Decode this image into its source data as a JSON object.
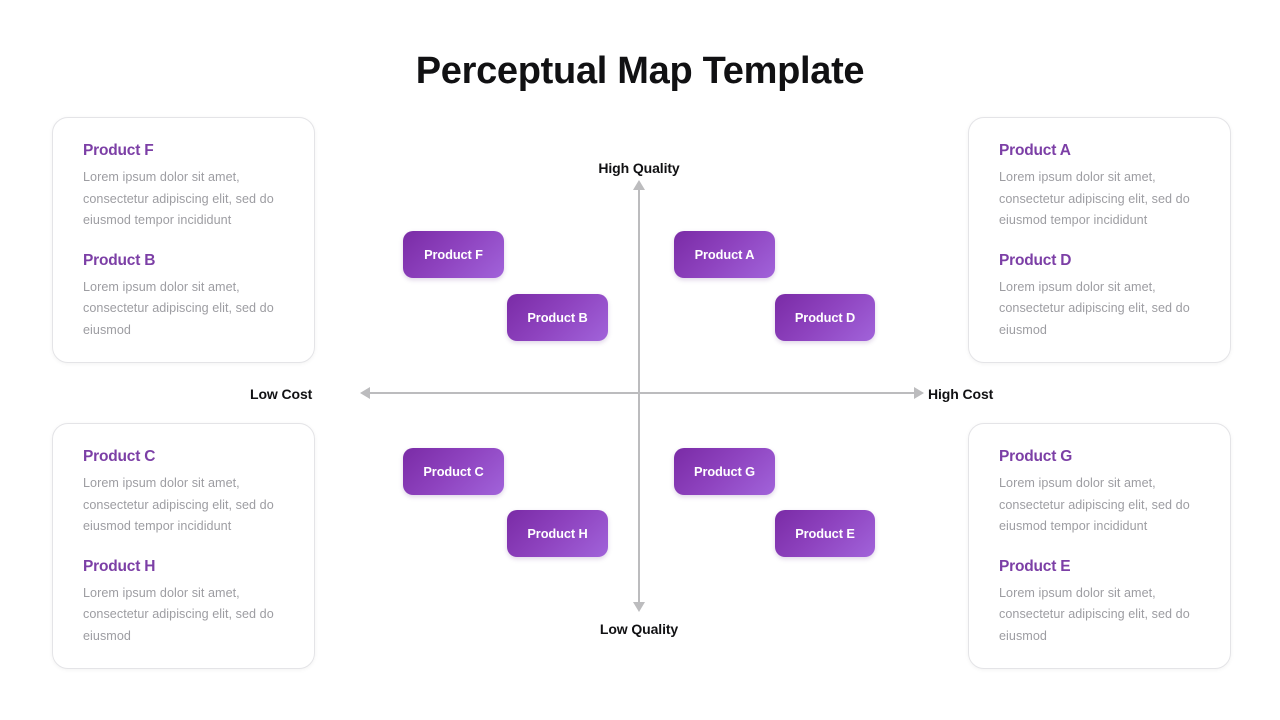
{
  "page": {
    "title": "Perceptual Map Template",
    "background_color": "#ffffff"
  },
  "theme": {
    "heading_purple": "#7c3fa6",
    "body_gray": "#9d9da2",
    "axis_gray": "#bcbcbe",
    "chip_gradient_start": "#7a2ba6",
    "chip_gradient_end": "#a163da",
    "card_border": "#e4e4e7"
  },
  "axes": {
    "top_label": "High Quality",
    "bottom_label": "Low Quality",
    "left_label": "Low Cost",
    "right_label": "High Cost"
  },
  "chips": [
    {
      "id": "f",
      "label": "Product F"
    },
    {
      "id": "b",
      "label": "Product B"
    },
    {
      "id": "a",
      "label": "Product A"
    },
    {
      "id": "d",
      "label": "Product D"
    },
    {
      "id": "c",
      "label": "Product C"
    },
    {
      "id": "h",
      "label": "Product H"
    },
    {
      "id": "g",
      "label": "Product G"
    },
    {
      "id": "e",
      "label": "Product E"
    }
  ],
  "cards": {
    "top_left": {
      "entries": [
        {
          "name": "Product F",
          "text": "Lorem ipsum dolor sit amet, consectetur adipiscing elit, sed do eiusmod tempor incididunt"
        },
        {
          "name": "Product B",
          "text": "Lorem ipsum dolor sit amet, consectetur adipiscing elit, sed do eiusmod"
        }
      ]
    },
    "top_right": {
      "entries": [
        {
          "name": "Product A",
          "text": "Lorem ipsum dolor sit amet, consectetur adipiscing elit, sed do eiusmod tempor incididunt"
        },
        {
          "name": "Product D",
          "text": "Lorem ipsum dolor sit amet, consectetur adipiscing elit, sed do eiusmod"
        }
      ]
    },
    "bottom_left": {
      "entries": [
        {
          "name": "Product C",
          "text": "Lorem ipsum dolor sit amet, consectetur adipiscing elit, sed do eiusmod tempor incididunt"
        },
        {
          "name": "Product H",
          "text": "Lorem ipsum dolor sit amet, consectetur adipiscing elit, sed do eiusmod"
        }
      ]
    },
    "bottom_right": {
      "entries": [
        {
          "name": "Product G",
          "text": "Lorem ipsum dolor sit amet, consectetur adipiscing elit, sed do eiusmod tempor incididunt"
        },
        {
          "name": "Product E",
          "text": "Lorem ipsum dolor sit amet, consectetur adipiscing elit, sed do eiusmod"
        }
      ]
    }
  },
  "chart_data": {
    "type": "scatter",
    "title": "Perceptual Map Template",
    "xlabel": "Cost",
    "ylabel": "Quality",
    "x_axis_low": "Low Cost",
    "x_axis_high": "High Cost",
    "y_axis_low": "Low Quality",
    "y_axis_high": "High Quality",
    "xlim": [
      -1,
      1
    ],
    "ylim": [
      -1,
      1
    ],
    "grid": false,
    "legend": "none",
    "points": [
      {
        "label": "Product F",
        "quadrant": "high-quality-low-cost",
        "x": -0.45,
        "y": 0.62
      },
      {
        "label": "Product B",
        "quadrant": "high-quality-low-cost",
        "x": -0.11,
        "y": 0.33
      },
      {
        "label": "Product A",
        "quadrant": "high-quality-high-cost",
        "x": 0.42,
        "y": 0.62
      },
      {
        "label": "Product D",
        "quadrant": "high-quality-high-cost",
        "x": 0.75,
        "y": 0.33
      },
      {
        "label": "Product C",
        "quadrant": "low-quality-low-cost",
        "x": -0.45,
        "y": -0.37
      },
      {
        "label": "Product H",
        "quadrant": "low-quality-low-cost",
        "x": -0.11,
        "y": -0.66
      },
      {
        "label": "Product G",
        "quadrant": "low-quality-high-cost",
        "x": 0.42,
        "y": -0.37
      },
      {
        "label": "Product E",
        "quadrant": "low-quality-high-cost",
        "x": 0.75,
        "y": -0.66
      }
    ]
  }
}
